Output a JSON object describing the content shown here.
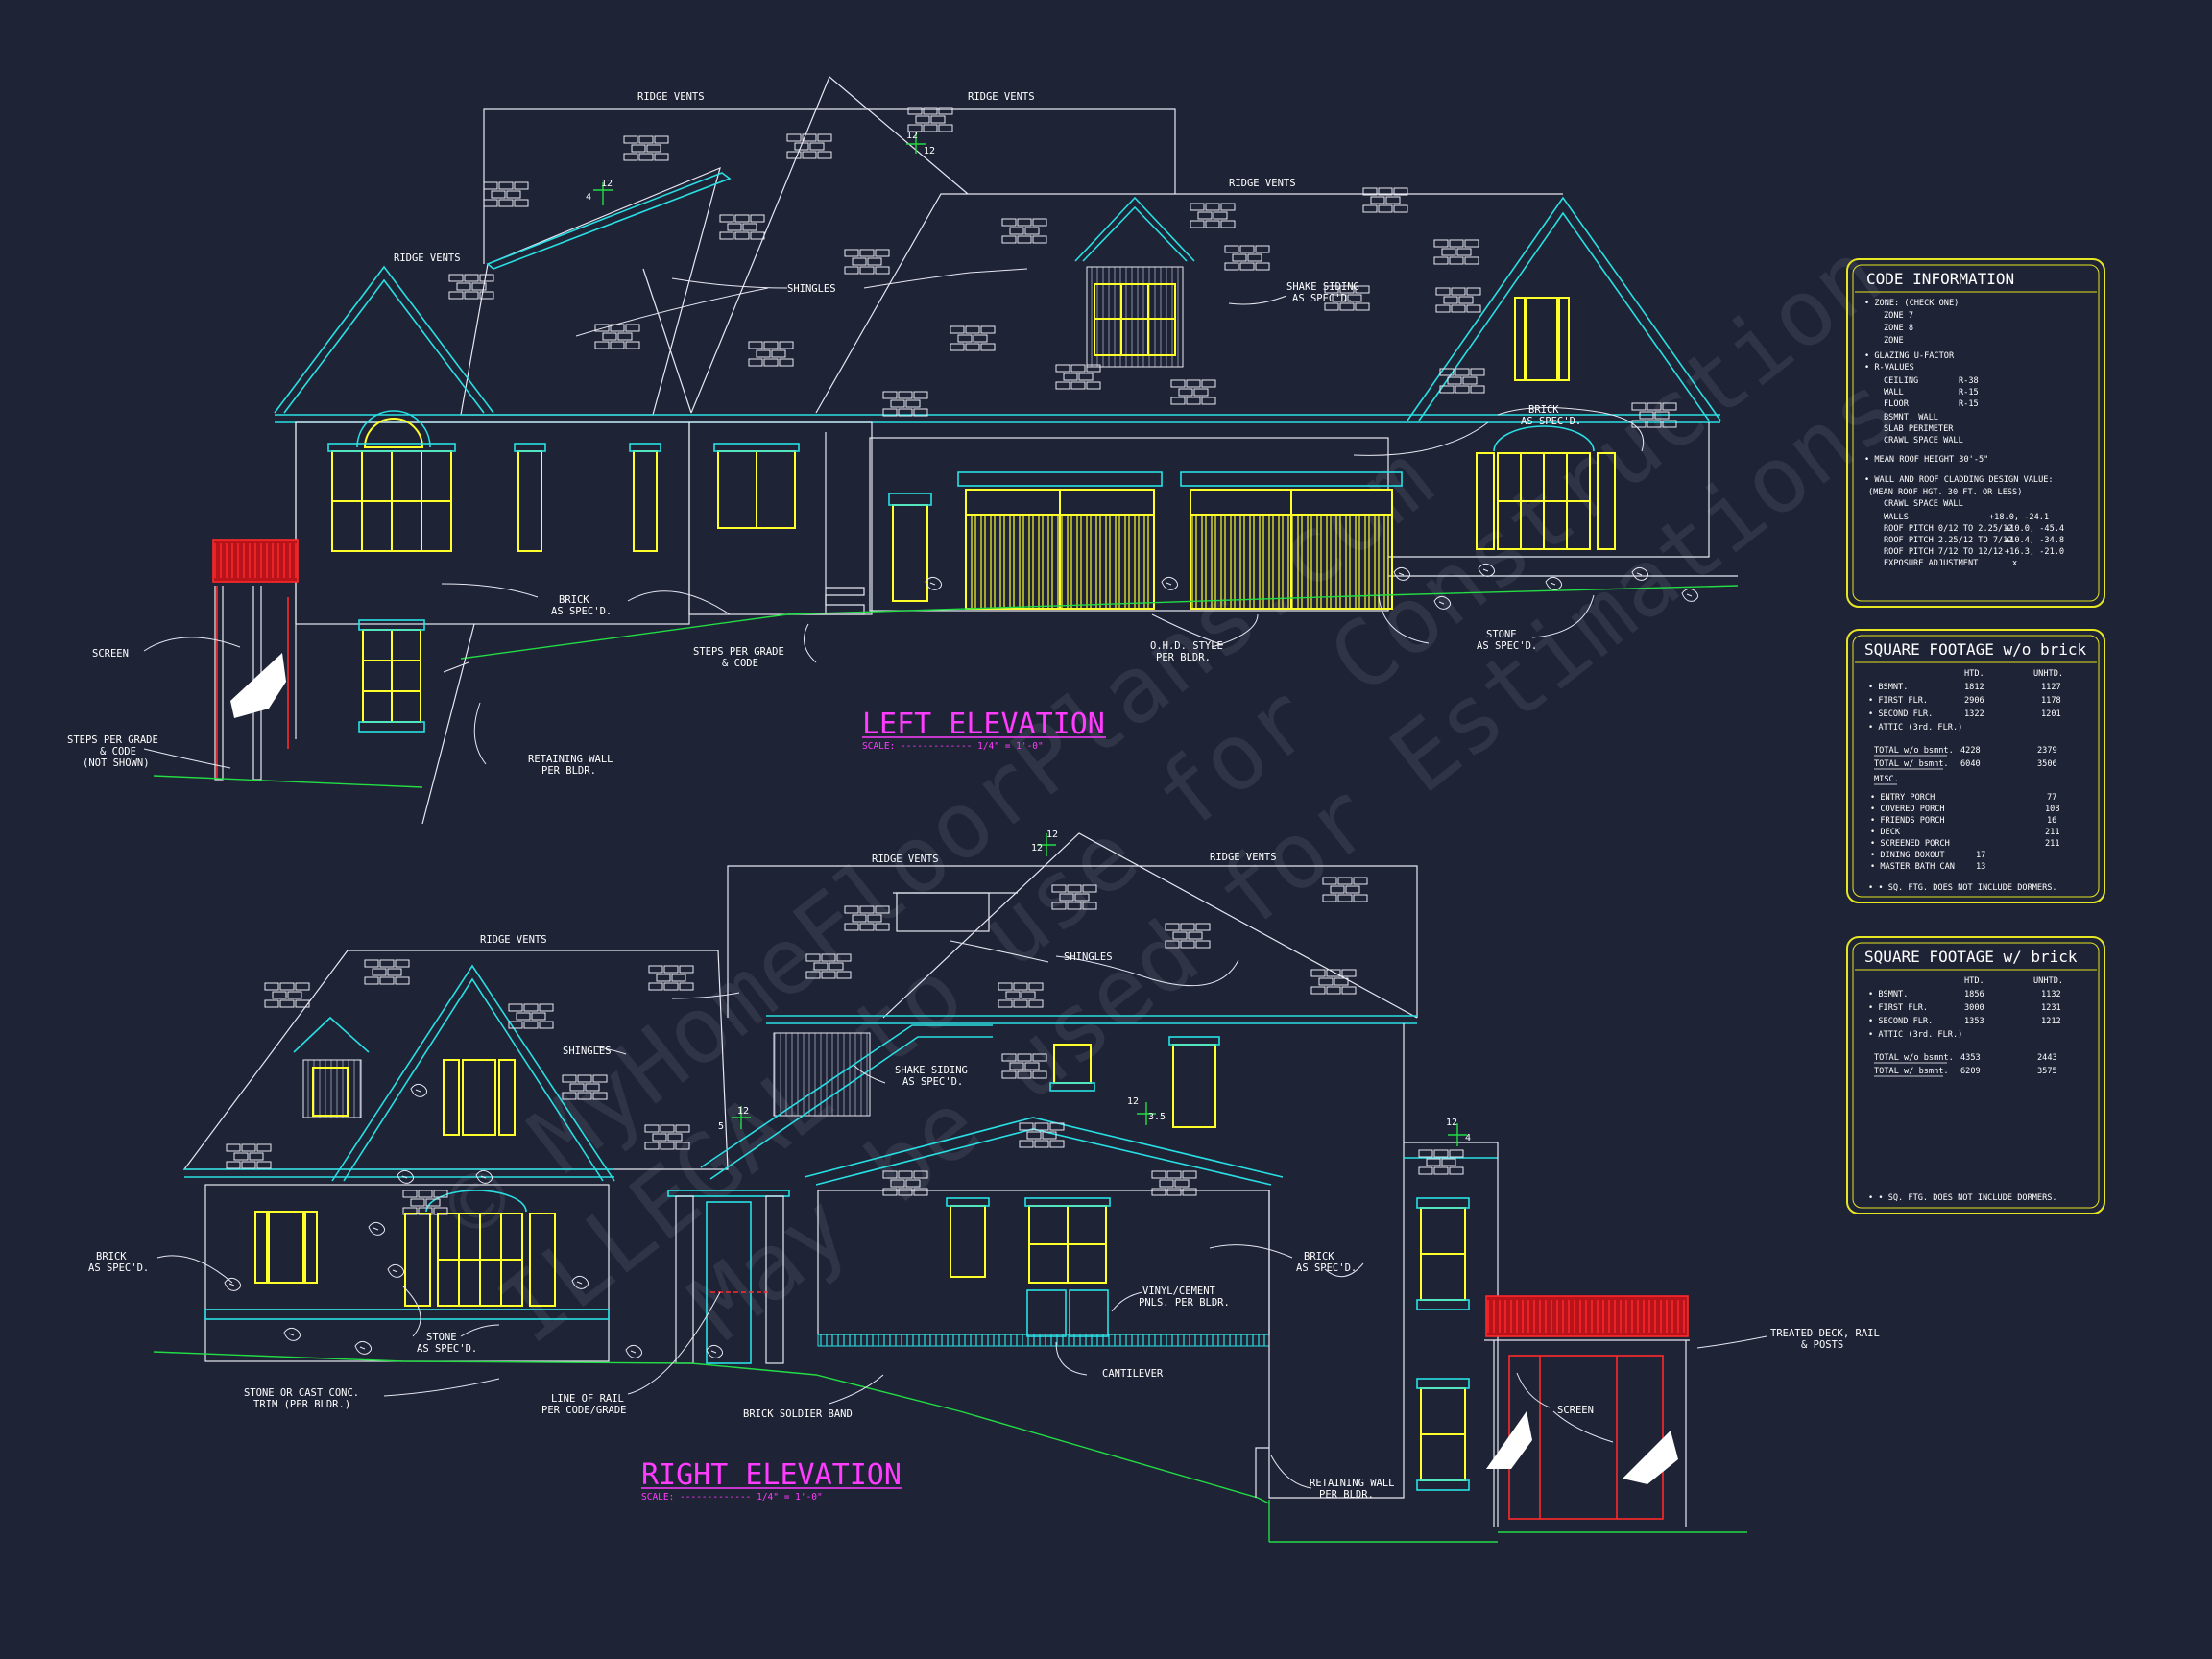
{
  "left_elevation": {
    "title": "LEFT ELEVATION",
    "scale": "SCALE: ------------- 1/4\" = 1'-0\"",
    "notes": {
      "ridge_vents_1": "RIDGE VENTS",
      "ridge_vents_2": "RIDGE VENTS",
      "ridge_vents_3": "RIDGE VENTS",
      "ridge_vents_4": "RIDGE VENTS",
      "shingles": "SHINGLES",
      "shake_1": "SHAKE SIDING",
      "shake_2": "AS SPEC'D.",
      "brick_r1": "BRICK",
      "brick_r2": "AS SPEC'D.",
      "brick_l1": "BRICK",
      "brick_l2": "AS SPEC'D.",
      "screen": "SCREEN",
      "steps_l1": "STEPS PER GRADE",
      "steps_l2": "& CODE",
      "steps_l3": "(NOT SHOWN)",
      "steps_c1": "STEPS PER GRADE",
      "steps_c2": "& CODE",
      "retaining_1": "RETAINING WALL",
      "retaining_2": "PER BLDR.",
      "ohd_1": "O.H.D. STYLE",
      "ohd_2": "PER BLDR.",
      "stone_1": "STONE",
      "stone_2": "AS SPEC'D."
    },
    "pitch": {
      "a": "12",
      "b": "4",
      "c": "12",
      "d": "12"
    }
  },
  "right_elevation": {
    "title": "RIGHT ELEVATION",
    "scale": "SCALE: ------------- 1/4\" = 1'-0\"",
    "notes": {
      "ridge_vents_1": "RIDGE VENTS",
      "ridge_vents_2": "RIDGE VENTS",
      "ridge_vents_3": "RIDGE VENTS",
      "shingles_1": "SHINGLES",
      "shingles_2": "SHINGLES",
      "shake_1": "SHAKE SIDING",
      "shake_2": "AS SPEC'D.",
      "brick_l1": "BRICK",
      "brick_l2": "AS SPEC'D.",
      "brick_r1": "BRICK",
      "brick_r2": "AS SPEC'D.",
      "stone_1": "STONE",
      "stone_2": "AS SPEC'D.",
      "trim_1": "STONE OR CAST CONC.",
      "trim_2": "TRIM (PER BLDR.)",
      "rail_1": "LINE OF RAIL",
      "rail_2": "PER CODE/GRADE",
      "soldier": "BRICK SOLDIER BAND",
      "vinyl_1": "VINYL/CEMENT",
      "vinyl_2": "PNLS. PER BLDR.",
      "cantilever": "CANTILEVER",
      "screen": "SCREEN",
      "deck_1": "TREATED DECK, RAIL",
      "deck_2": "& POSTS",
      "retaining_1": "RETAINING WALL",
      "retaining_2": "PER BLDR."
    },
    "pitch": {
      "a": "12",
      "b": "12",
      "c": "5",
      "d": "12",
      "e": "12",
      "f": "3.5",
      "g": "12",
      "h": "4"
    }
  },
  "code_info": {
    "title": "CODE INFORMATION",
    "lines": [
      "• ZONE: (CHECK ONE)",
      "ZONE 7",
      "ZONE 8",
      "ZONE",
      "• GLAZING U-FACTOR",
      "• R-VALUES",
      "CEILING",
      "WALL",
      "FLOOR",
      "BSMNT. WALL",
      "SLAB PERIMETER",
      "CRAWL SPACE WALL",
      "• MEAN ROOF HEIGHT 30'-5\"",
      "• WALL AND ROOF CLADDING DESIGN VALUE:",
      "(MEAN ROOF HGT. 30 FT. OR LESS)",
      "CRAWL SPACE WALL",
      "WALLS",
      "ROOF PITCH 0/12 TO 2.25/12",
      "ROOF PITCH 2.25/12 TO 7/12",
      "ROOF PITCH 7/12 TO 12/12",
      "EXPOSURE ADJUSTMENT"
    ],
    "values": {
      "ceiling": "R-38",
      "wall": "R-15",
      "floor": "R-15",
      "walls": "+18.0, -24.1",
      "pitch1": "+10.0, -45.4",
      "pitch2": "+10.4, -34.8",
      "pitch3": "+16.3, -21.0",
      "exposure": "x"
    }
  },
  "sqft_wo_brick": {
    "title": "SQUARE FOOTAGE w/o brick",
    "col_htd": "HTD.",
    "col_unhtd": "UNHTD.",
    "rows": [
      {
        "label": "• BSMNT.",
        "htd": "1812",
        "unhtd": "1127"
      },
      {
        "label": "• FIRST FLR.",
        "htd": "2906",
        "unhtd": "1178"
      },
      {
        "label": "• SECOND FLR.",
        "htd": "1322",
        "unhtd": "1201"
      },
      {
        "label": "• ATTIC (3rd. FLR.)",
        "htd": "",
        "unhtd": ""
      }
    ],
    "totals": [
      {
        "label": "TOTAL w/o bsmnt.",
        "htd": "4228",
        "unhtd": "2379"
      },
      {
        "label": "TOTAL w/ bsmnt.",
        "htd": "6040",
        "unhtd": "3506"
      }
    ],
    "misc_label": "MISC.",
    "misc": [
      {
        "label": "• ENTRY PORCH",
        "a": "",
        "b": "77"
      },
      {
        "label": "• COVERED PORCH",
        "a": "",
        "b": "108"
      },
      {
        "label": "• FRIENDS PORCH",
        "a": "",
        "b": "16"
      },
      {
        "label": "• DECK",
        "a": "",
        "b": "211"
      },
      {
        "label": "• SCREENED PORCH",
        "a": "",
        "b": "211"
      },
      {
        "label": "• DINING BOXOUT",
        "a": "17",
        "b": ""
      },
      {
        "label": "• MASTER BATH CAN",
        "a": "13",
        "b": ""
      }
    ],
    "footnote": "• • SQ. FTG. DOES NOT INCLUDE DORMERS."
  },
  "sqft_w_brick": {
    "title": "SQUARE FOOTAGE w/ brick",
    "col_htd": "HTD.",
    "col_unhtd": "UNHTD.",
    "rows": [
      {
        "label": "• BSMNT.",
        "htd": "1856",
        "unhtd": "1132"
      },
      {
        "label": "• FIRST FLR.",
        "htd": "3000",
        "unhtd": "1231"
      },
      {
        "label": "• SECOND FLR.",
        "htd": "1353",
        "unhtd": "1212"
      },
      {
        "label": "• ATTIC (3rd. FLR.)",
        "htd": "",
        "unhtd": ""
      }
    ],
    "totals": [
      {
        "label": "TOTAL w/o bsmnt.",
        "htd": "4353",
        "unhtd": "2443"
      },
      {
        "label": "TOTAL w/ bsmnt.",
        "htd": "6209",
        "unhtd": "3575"
      }
    ],
    "footnote": "• • SQ. FTG. DOES NOT INCLUDE DORMERS."
  },
  "watermark": {
    "line1": "© MyHomeFloorPlans.com",
    "line2": "ILLEGAL to use for Construction",
    "line3": "May be used for Estimations"
  },
  "colors": {
    "background": "#1f2336",
    "line": "#e8e8f2",
    "cyan": "#28e0e4",
    "yellow": "#ffff2a",
    "green": "#22dd44",
    "red": "#ff2a2a",
    "magenta": "#ff3cff",
    "panel_border": "#e6e622"
  }
}
